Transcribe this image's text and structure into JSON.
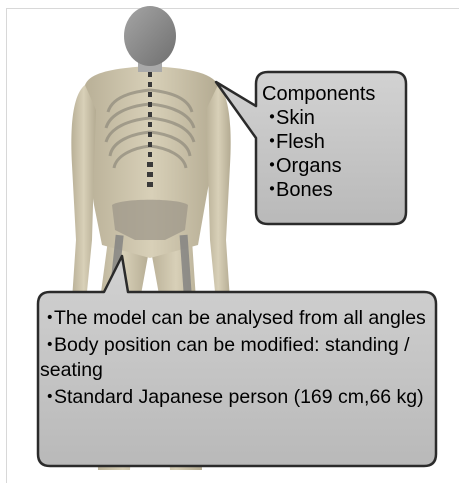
{
  "components_callout": {
    "title": "Components",
    "items": [
      "Skin",
      "Flesh",
      "Organs",
      "Bones"
    ]
  },
  "features_callout": {
    "items": [
      "The model can be analysed from all angles",
      "Body position can be modified: standing / seating",
      "Standard Japanese person (169 cm,66 kg)"
    ]
  },
  "colors": {
    "callout_fill": "#c7c7c7",
    "callout_stroke": "#2b2b2b",
    "body_skin": "#cfc6ad",
    "head_gray": "#8c8c8c"
  }
}
